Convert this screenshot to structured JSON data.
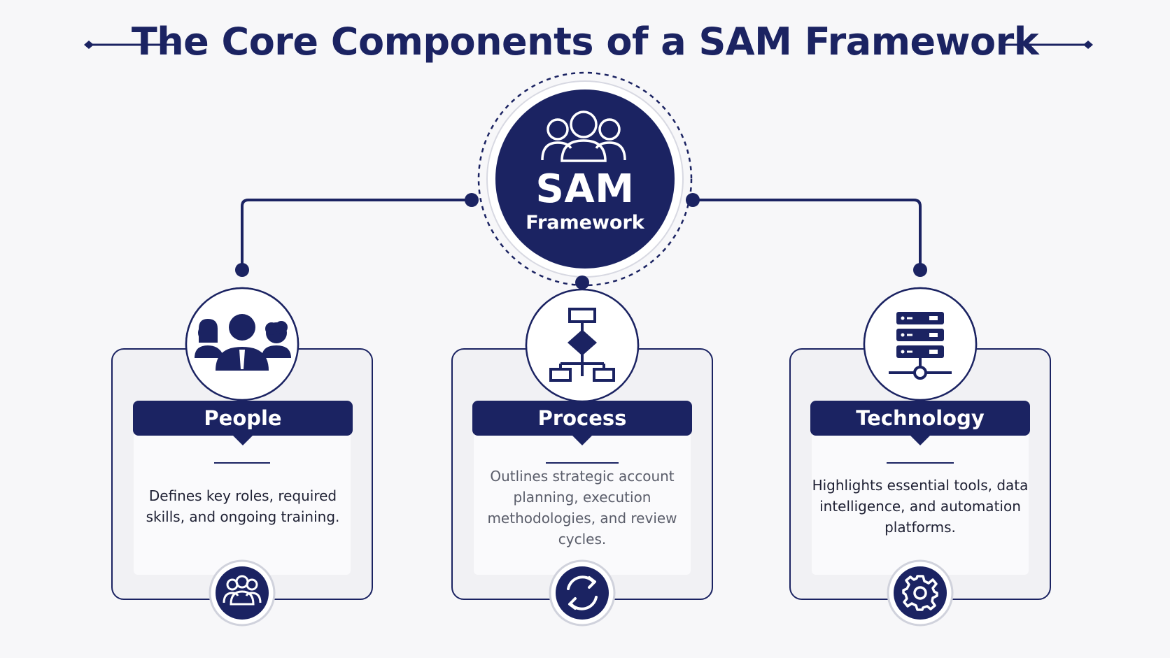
{
  "title": "The Core Components of a SAM Framework",
  "center": {
    "title": "SAM",
    "subtitle": "Framework",
    "icon": "group-icon"
  },
  "colors": {
    "primary": "#1b2362",
    "background": "#f7f7f9",
    "card": "#f1f1f4"
  },
  "components": [
    {
      "label": "People",
      "description": "Defines key roles, required skills, and ongoing training.",
      "top_icon": "people-icon",
      "bottom_icon": "team-icon"
    },
    {
      "label": "Process",
      "description": "Outlines strategic account planning, execution methodologies, and review cycles.",
      "top_icon": "flowchart-icon",
      "bottom_icon": "refresh-cycle-icon"
    },
    {
      "label": "Technology",
      "description": "Highlights essential tools, data intelligence, and automation platforms.",
      "top_icon": "server-icon",
      "bottom_icon": "gear-icon"
    }
  ]
}
